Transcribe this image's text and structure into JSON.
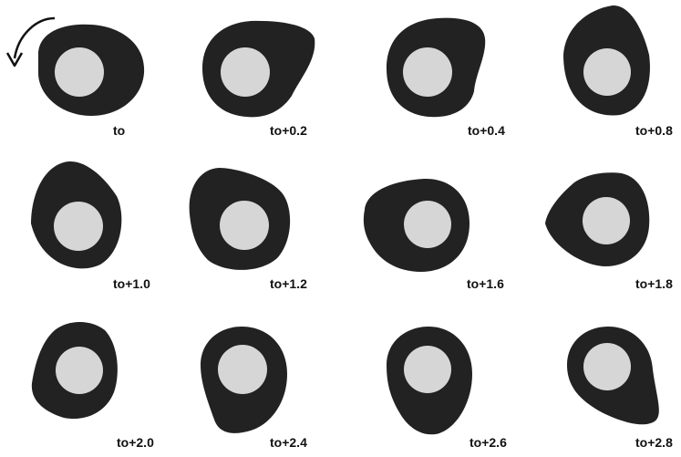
{
  "colors": {
    "background": "#ffffff",
    "blob": "#222222",
    "core": "#d6d6d6",
    "arrow": "#111111",
    "label": "#111111"
  },
  "rotation_indicator": {
    "icon": "counterclockwise-arrow-icon",
    "direction": "counterclockwise"
  },
  "frames": [
    {
      "label": "to"
    },
    {
      "label": "to+0.2"
    },
    {
      "label": "to+0.4"
    },
    {
      "label": "to+0.8"
    },
    {
      "label": "to+1.0"
    },
    {
      "label": "to+1.2"
    },
    {
      "label": "to+1.6"
    },
    {
      "label": "to+1.8"
    },
    {
      "label": "to+2.0"
    },
    {
      "label": "to+2.4"
    },
    {
      "label": "to+2.6"
    },
    {
      "label": "to+2.8"
    }
  ]
}
